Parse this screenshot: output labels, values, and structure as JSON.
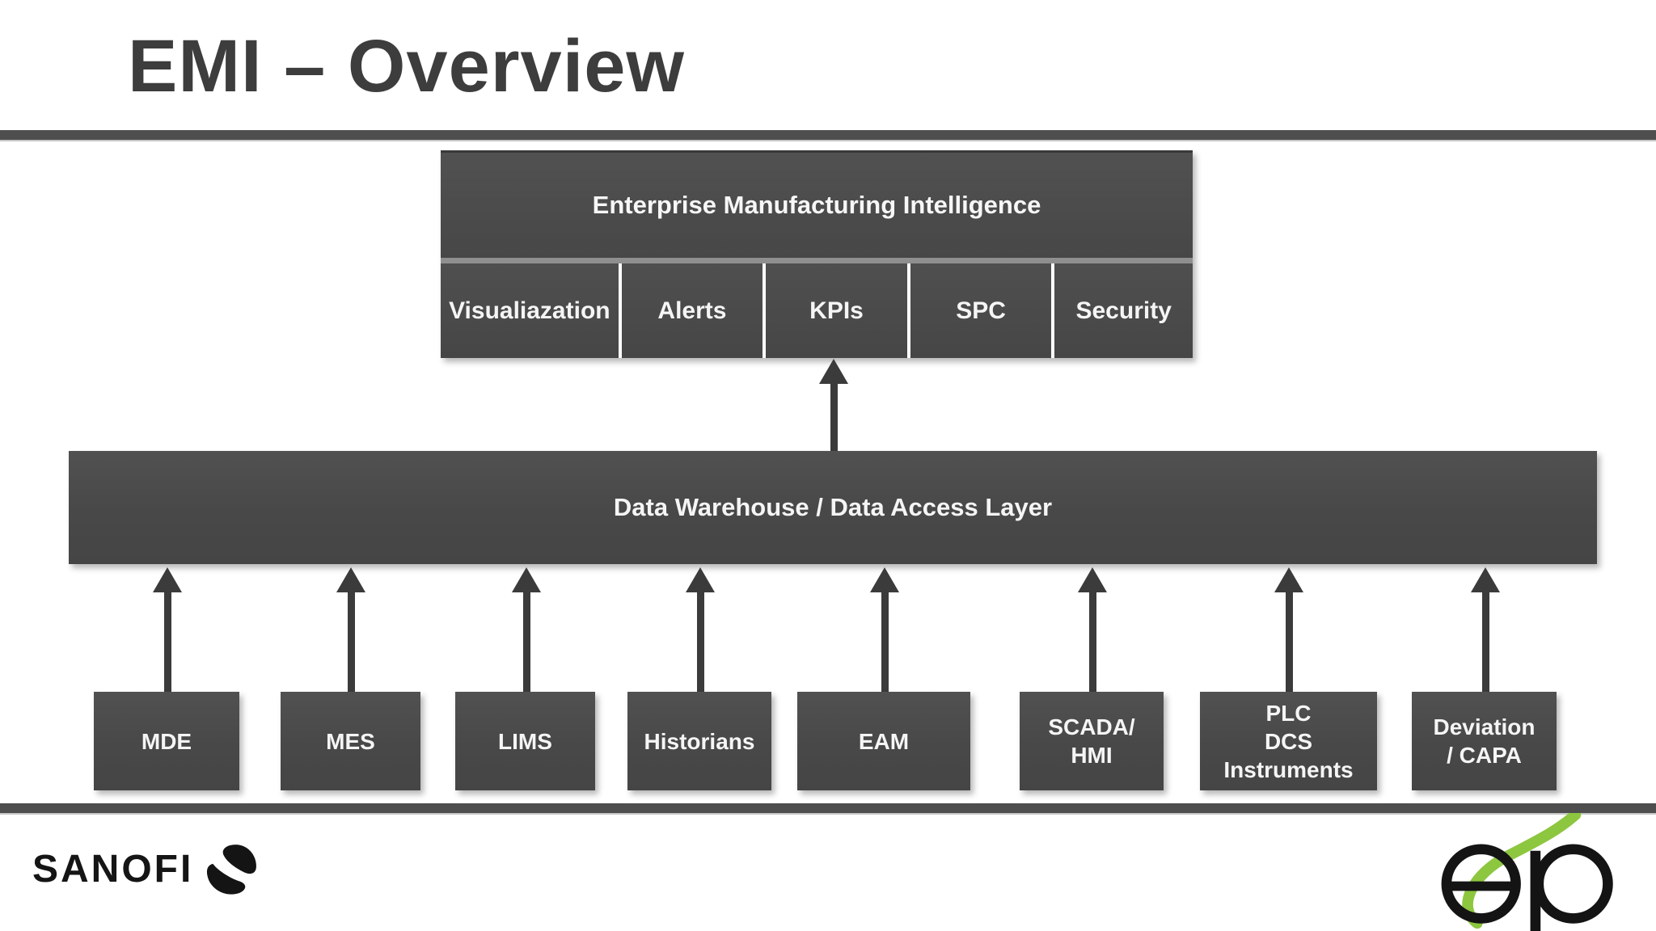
{
  "slide": {
    "title": "EMI – Overview"
  },
  "emi": {
    "header": "Enterprise Manufacturing Intelligence",
    "cells": [
      {
        "label": "Visualiazation"
      },
      {
        "label": "Alerts"
      },
      {
        "label": "KPIs"
      },
      {
        "label": "SPC"
      },
      {
        "label": "Security"
      }
    ]
  },
  "warehouse": {
    "label": "Data Warehouse / Data Access Layer"
  },
  "sources": [
    {
      "label": "MDE"
    },
    {
      "label": "MES"
    },
    {
      "label": "LIMS"
    },
    {
      "label": "Historians"
    },
    {
      "label": "EAM"
    },
    {
      "label": "SCADA/\nHMI"
    },
    {
      "label": "PLC\nDCS\nInstruments"
    },
    {
      "label": "Deviation\n/ CAPA"
    }
  ],
  "footer": {
    "sanofi": "SANOFI",
    "esp": {
      "e": "e",
      "p": "p"
    }
  },
  "icons": [
    "sanofi-bird-icon",
    "esp-s-swoosh-icon"
  ],
  "colors": {
    "box_gray": "#4a4a4a",
    "box_text": "#f5f5f5",
    "title_text": "#3d3d3d",
    "rule_gray": "#4e4e4e",
    "arrow_gray": "#3b3b3b",
    "divider_light": "#8f8f8f",
    "esp_green": "#8dc63f",
    "logo_black": "#141414",
    "background": "#ffffff"
  }
}
